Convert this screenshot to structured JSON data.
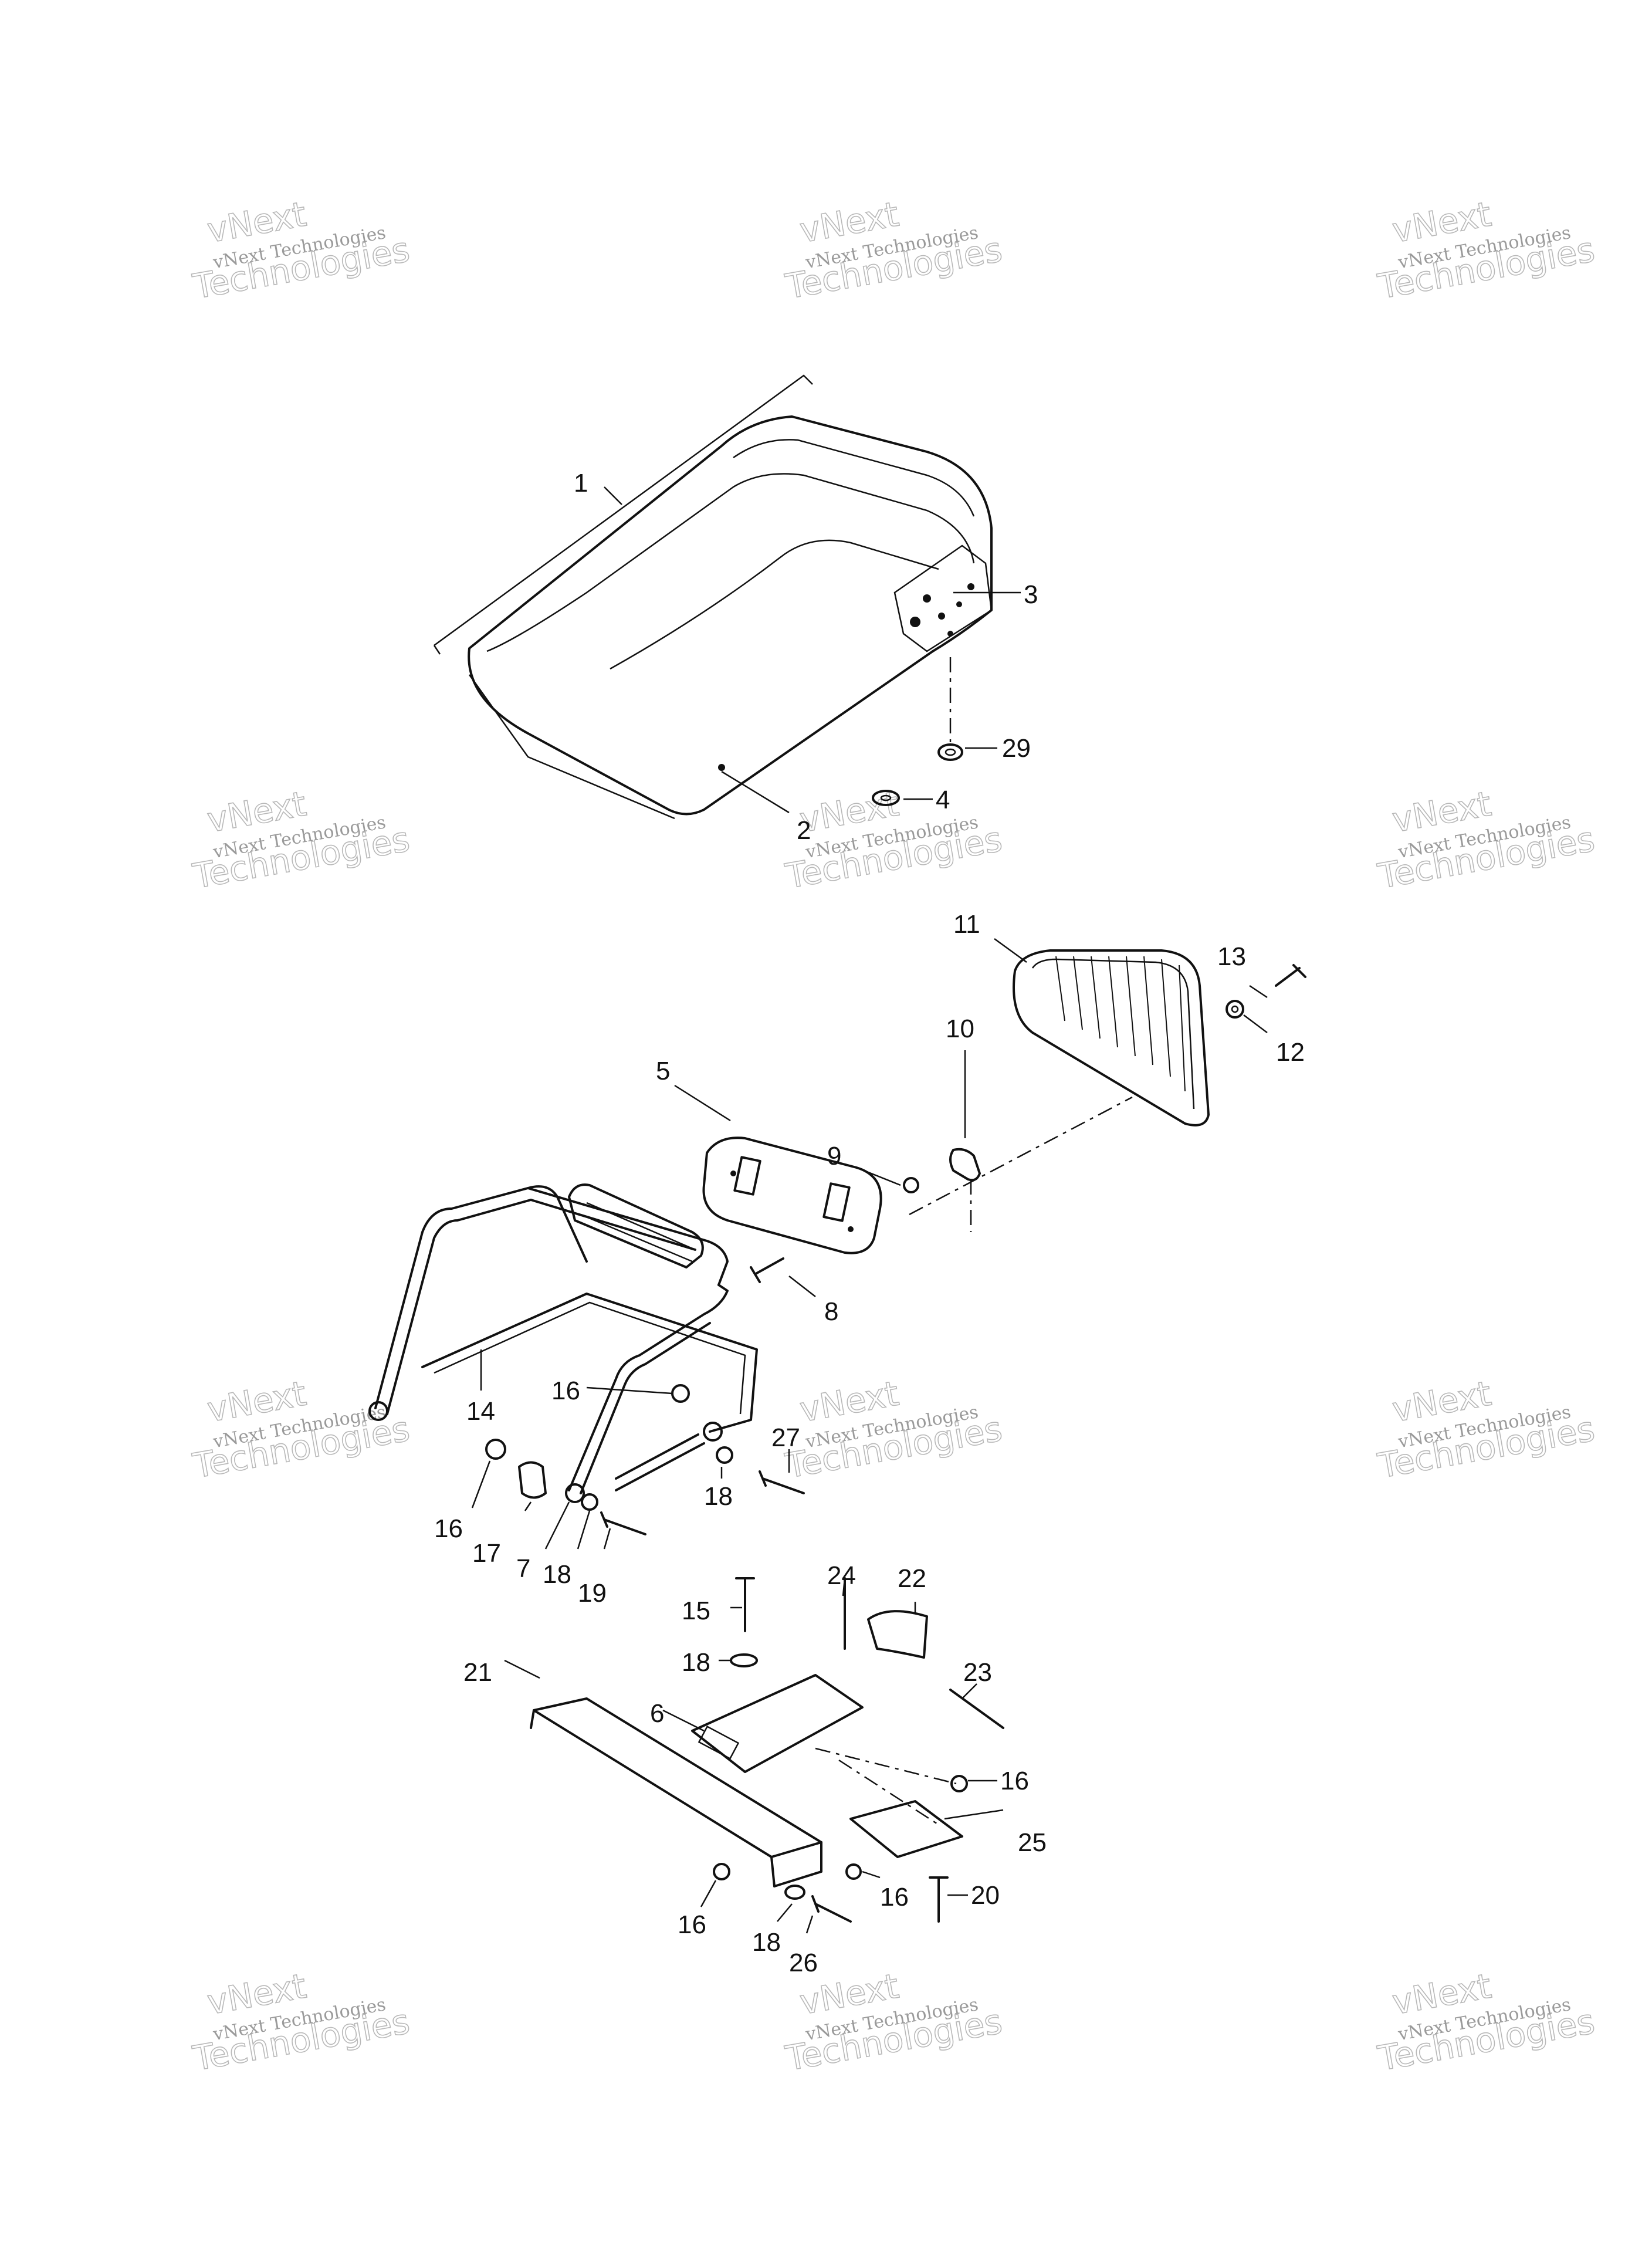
{
  "diagram": {
    "watermark": {
      "line1": "vNext Technologies",
      "line2": "vNext",
      "line3": "Technologies"
    },
    "callouts": [
      {
        "id": "c1",
        "label": "1"
      },
      {
        "id": "c2",
        "label": "2"
      },
      {
        "id": "c3",
        "label": "3"
      },
      {
        "id": "c29",
        "label": "29"
      },
      {
        "id": "c4",
        "label": "4"
      },
      {
        "id": "c11",
        "label": "11"
      },
      {
        "id": "c13",
        "label": "13"
      },
      {
        "id": "c12",
        "label": "12"
      },
      {
        "id": "c10",
        "label": "10"
      },
      {
        "id": "c5",
        "label": "5"
      },
      {
        "id": "c9",
        "label": "9"
      },
      {
        "id": "c8",
        "label": "8"
      },
      {
        "id": "c14",
        "label": "14"
      },
      {
        "id": "c16a",
        "label": "16"
      },
      {
        "id": "c27",
        "label": "27"
      },
      {
        "id": "c18a",
        "label": "18"
      },
      {
        "id": "c16b",
        "label": "16"
      },
      {
        "id": "c17",
        "label": "17"
      },
      {
        "id": "c7",
        "label": "7"
      },
      {
        "id": "c18b",
        "label": "18"
      },
      {
        "id": "c19",
        "label": "19"
      },
      {
        "id": "c24",
        "label": "24"
      },
      {
        "id": "c22",
        "label": "22"
      },
      {
        "id": "c15",
        "label": "15"
      },
      {
        "id": "c18c",
        "label": "18"
      },
      {
        "id": "c23",
        "label": "23"
      },
      {
        "id": "c21",
        "label": "21"
      },
      {
        "id": "c6",
        "label": "6"
      },
      {
        "id": "c16c",
        "label": "16"
      },
      {
        "id": "c25",
        "label": "25"
      },
      {
        "id": "c16d",
        "label": "16"
      },
      {
        "id": "c20",
        "label": "20"
      },
      {
        "id": "c16e",
        "label": "16"
      },
      {
        "id": "c18d",
        "label": "18"
      },
      {
        "id": "c26",
        "label": "26"
      }
    ]
  }
}
